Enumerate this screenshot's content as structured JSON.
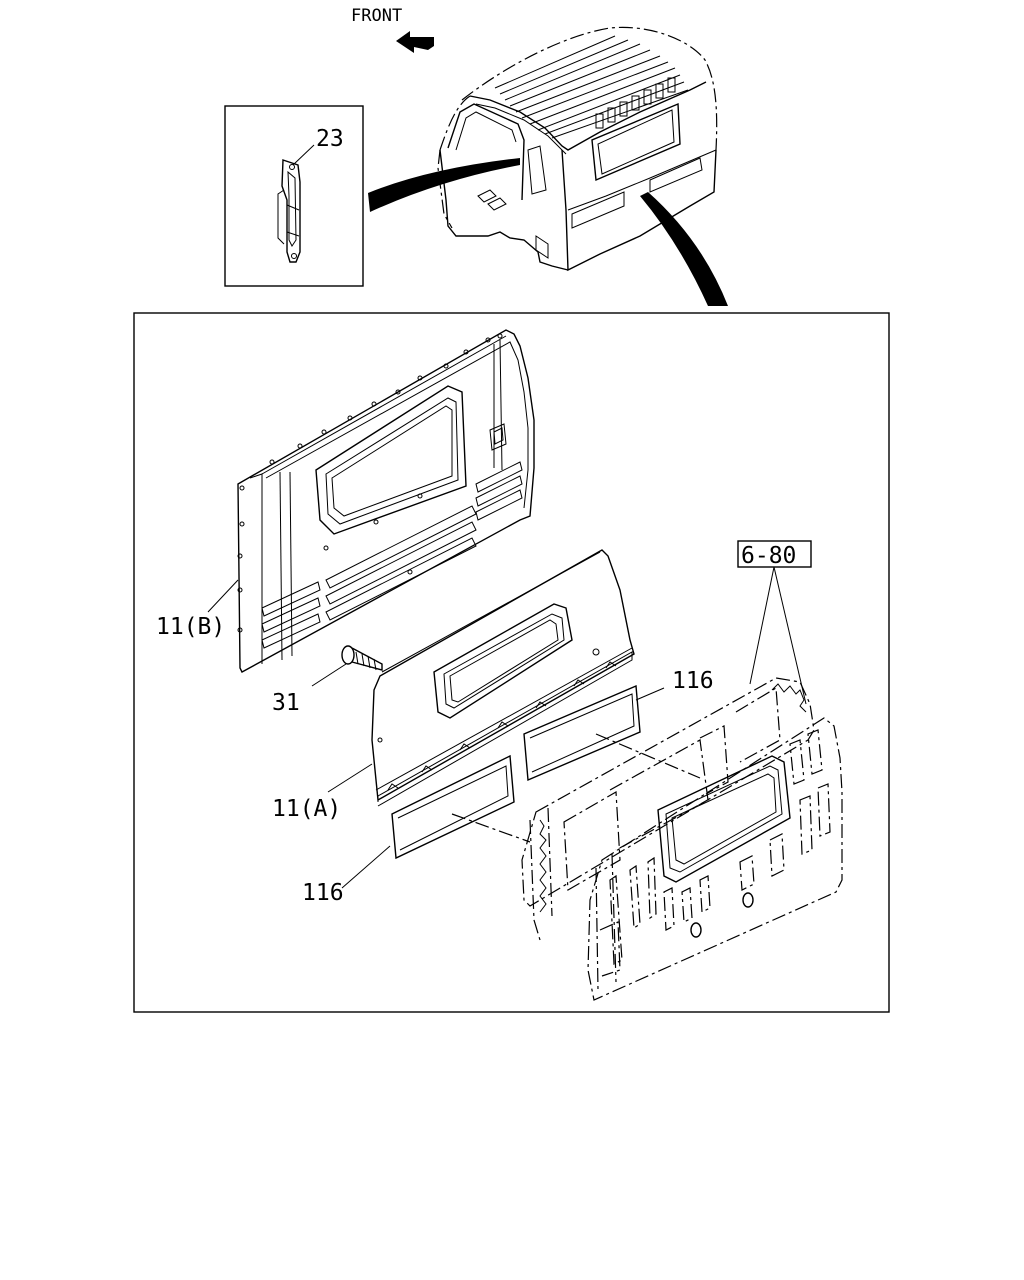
{
  "orientation": {
    "front_label": "FRONT"
  },
  "callouts": {
    "clip": "23",
    "panel_b": "11(B)",
    "screw": "31",
    "seal_upper": "116",
    "panel_a": "11(A)",
    "seal_lower": "116",
    "reference": "6-80"
  }
}
